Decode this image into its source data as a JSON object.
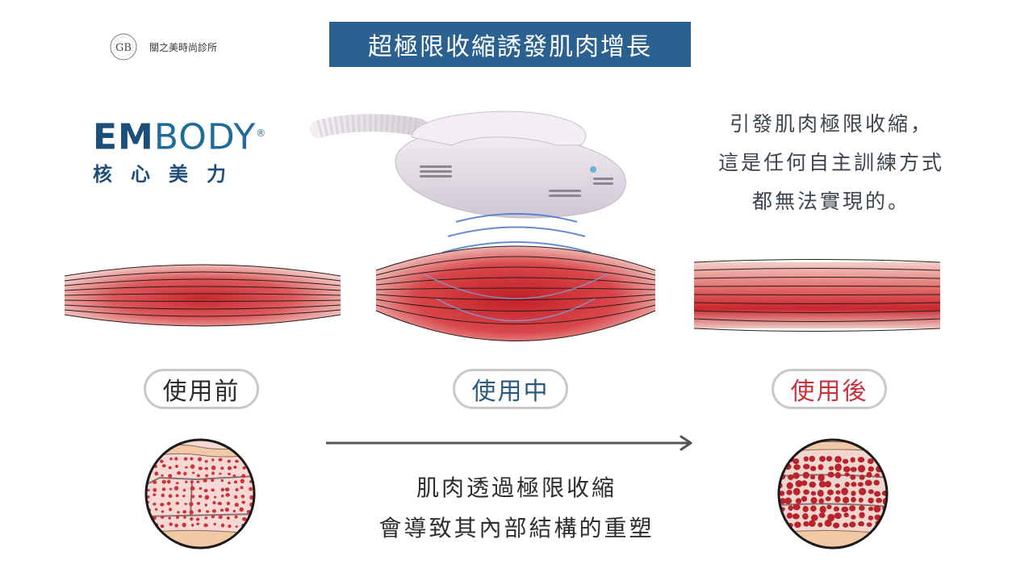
{
  "clinic": {
    "name": "關之美時尚診所",
    "seal_letters": "GB"
  },
  "title": "超極限收縮誘發肌肉增長",
  "brand": {
    "name_bold": "EM",
    "name_regular": "BODY",
    "registered_mark": "®",
    "subtitle": "核心美力"
  },
  "claim": {
    "lines": [
      "引發肌肉極限收縮，",
      "這是任何自主訓練方式",
      "都無法實現的。"
    ]
  },
  "stages": [
    {
      "label": "使用前"
    },
    {
      "label": "使用中"
    },
    {
      "label": "使用後"
    }
  ],
  "caption": {
    "lines": [
      "肌肉透過極限收縮",
      "會導致其內部結構的重塑"
    ]
  },
  "colors": {
    "banner": "#2a6190",
    "brand": "#1f6b9a",
    "muscle": "#d8393f",
    "after_label": "#c8323a",
    "during_label": "#2a5a80",
    "wave": "#4a78c9"
  },
  "icons": {
    "arrow": "arrow-right-icon",
    "device": "embody-applicator-icon",
    "seal": "clinic-seal-icon"
  }
}
